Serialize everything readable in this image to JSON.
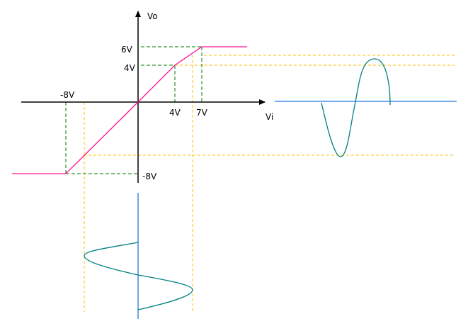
{
  "axes": {
    "x_label": "Vi",
    "y_label": "Vo"
  },
  "ticks": {
    "x_neg": "-8V",
    "x_4": "4V",
    "x_7": "7V",
    "y_6": "6V",
    "y_4": "4V",
    "y_neg": "-8V"
  },
  "colors": {
    "transfer": "#ff1493",
    "guide_green": "#007700",
    "guide_yellow": "#ffc000",
    "wave": "#008080",
    "wave_axis": "#1e78dc"
  }
}
